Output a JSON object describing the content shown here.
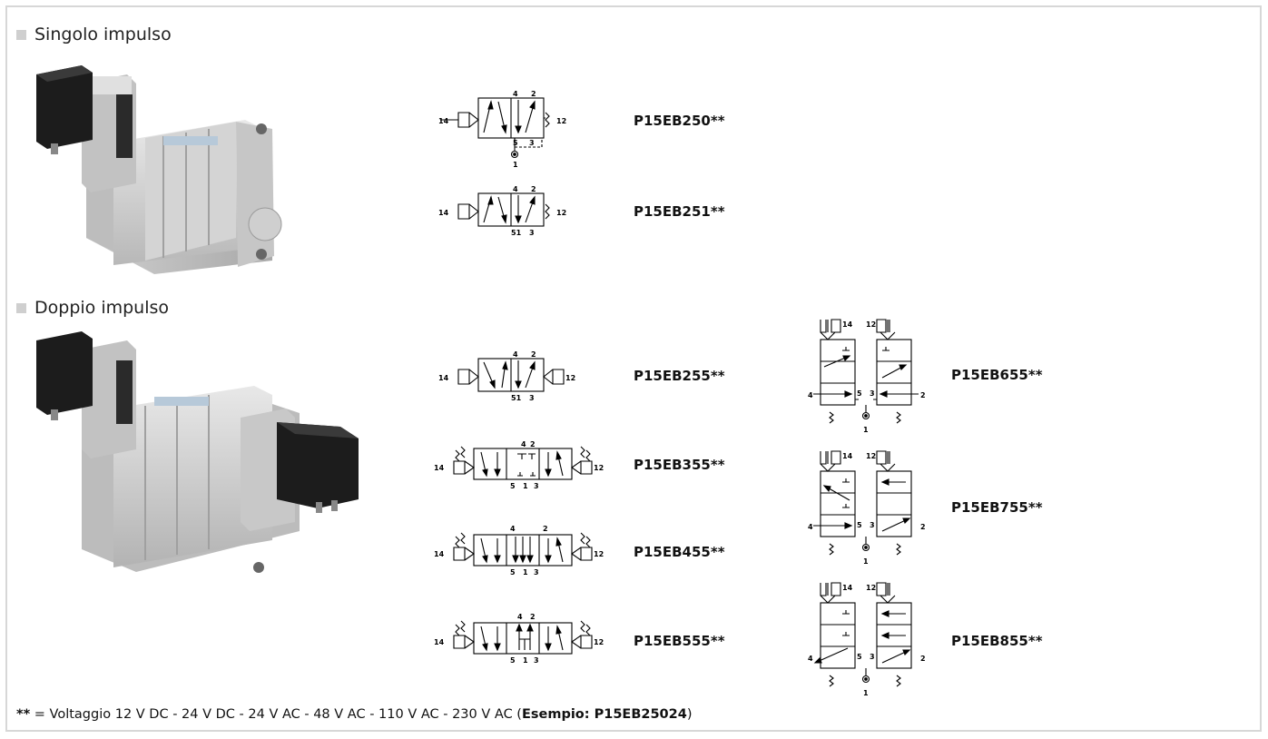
{
  "sections": {
    "single": {
      "title": "Singolo impulso"
    },
    "double": {
      "title": "Doppio impulso"
    }
  },
  "codes": [
    {
      "id": "P15EB250",
      "base": "P15EB250",
      "suffix": "**"
    },
    {
      "id": "P15EB251",
      "base": "P15EB251",
      "suffix": "**"
    },
    {
      "id": "P15EB255",
      "base": "P15EB255",
      "suffix": "**"
    },
    {
      "id": "P15EB355",
      "base": "P15EB355",
      "suffix": "**"
    },
    {
      "id": "P15EB455",
      "base": "P15EB455",
      "suffix": "**"
    },
    {
      "id": "P15EB555",
      "base": "P15EB555",
      "suffix": "**"
    },
    {
      "id": "P15EB655",
      "base": "P15EB655",
      "suffix": "**"
    },
    {
      "id": "P15EB755",
      "base": "P15EB755",
      "suffix": "**"
    },
    {
      "id": "P15EB855",
      "base": "P15EB855",
      "suffix": "**"
    }
  ],
  "ports": {
    "p1": "1",
    "p2": "2",
    "p3": "3",
    "p4": "4",
    "p5": "5",
    "p12": "12",
    "p14": "14",
    "p51": "51"
  },
  "footnote": {
    "stars": "**",
    "text": " = Voltaggio 12 V DC - 24 V DC - 24 V AC - 48 V AC - 110 V AC - 230 V AC (",
    "example": "Esempio: P15EB25024",
    "close": ")"
  }
}
